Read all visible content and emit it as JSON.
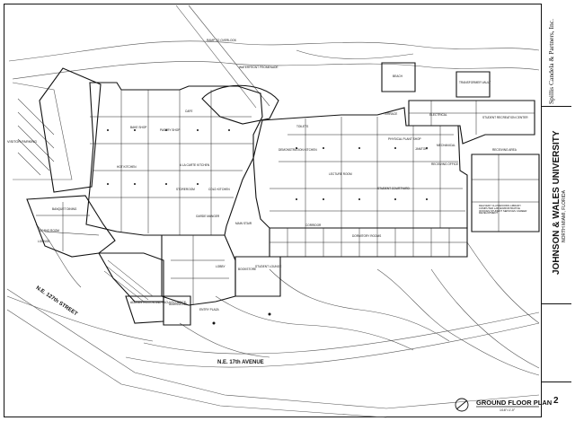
{
  "title_block": {
    "firm": "Spillis Candela & Partners, Inc.",
    "project": "JOHNSON & WALES UNIVERSITY",
    "location": "NORTH MIAMI, FLORIDA",
    "sheet_number": "2"
  },
  "drawing": {
    "title": "GROUND FLOOR PLAN",
    "scale": "1/16\"=1'-0\""
  },
  "streets": {
    "avenue": "N.E. 17th AVENUE",
    "street": "N.E. 127th STREET"
  },
  "site_labels": {
    "visitor_parking": "VISITOR PARKING",
    "beach": "BEACH",
    "terrace": "TERRACE",
    "transformer_vault": "TRANSFORMER VAULT",
    "ramp_to_overlook": "RAMP TO OVERLOOK",
    "waterfront_promenade": "WATERFRONT PROMENADE",
    "receiving_area": "RECEIVING AREA"
  },
  "rooms": [
    "CAFE",
    "PASTRY SHOP",
    "BAKE SHOP",
    "HOT KITCHEN",
    "A LA CARTE KITCHEN",
    "GARDE MANGER",
    "COLD KITCHEN",
    "STOREROOM",
    "DINING ROOM",
    "BANQUET DINING",
    "LOUNGE",
    "DEMONSTRATION KITCHEN",
    "LECTURE ROOM",
    "STUDENT COURTYARD",
    "BOOKSTORE",
    "STUDENT LOUNGE",
    "MAIN STAIR",
    "ADMINISTRATION AND FACULTY OFFICE",
    "ADMISSIONS",
    "STUDENT RECREATION CENTER",
    "ELECTRICAL",
    "MECHANICAL",
    "PHYSICAL PLANT SHOP",
    "RECEIVING OFFICE",
    "DELIVERY CLASSROOMS LIBRARY COMPUTER LAB ADMINISTRATIVE OFFICES STUDENT SERVICES CAREER DEVELOPMENT",
    "DORMITORY ROOMS",
    "CORRIDOR",
    "JANITOR",
    "TOILETS",
    "ENTRY PLAZA",
    "LOBBY"
  ]
}
